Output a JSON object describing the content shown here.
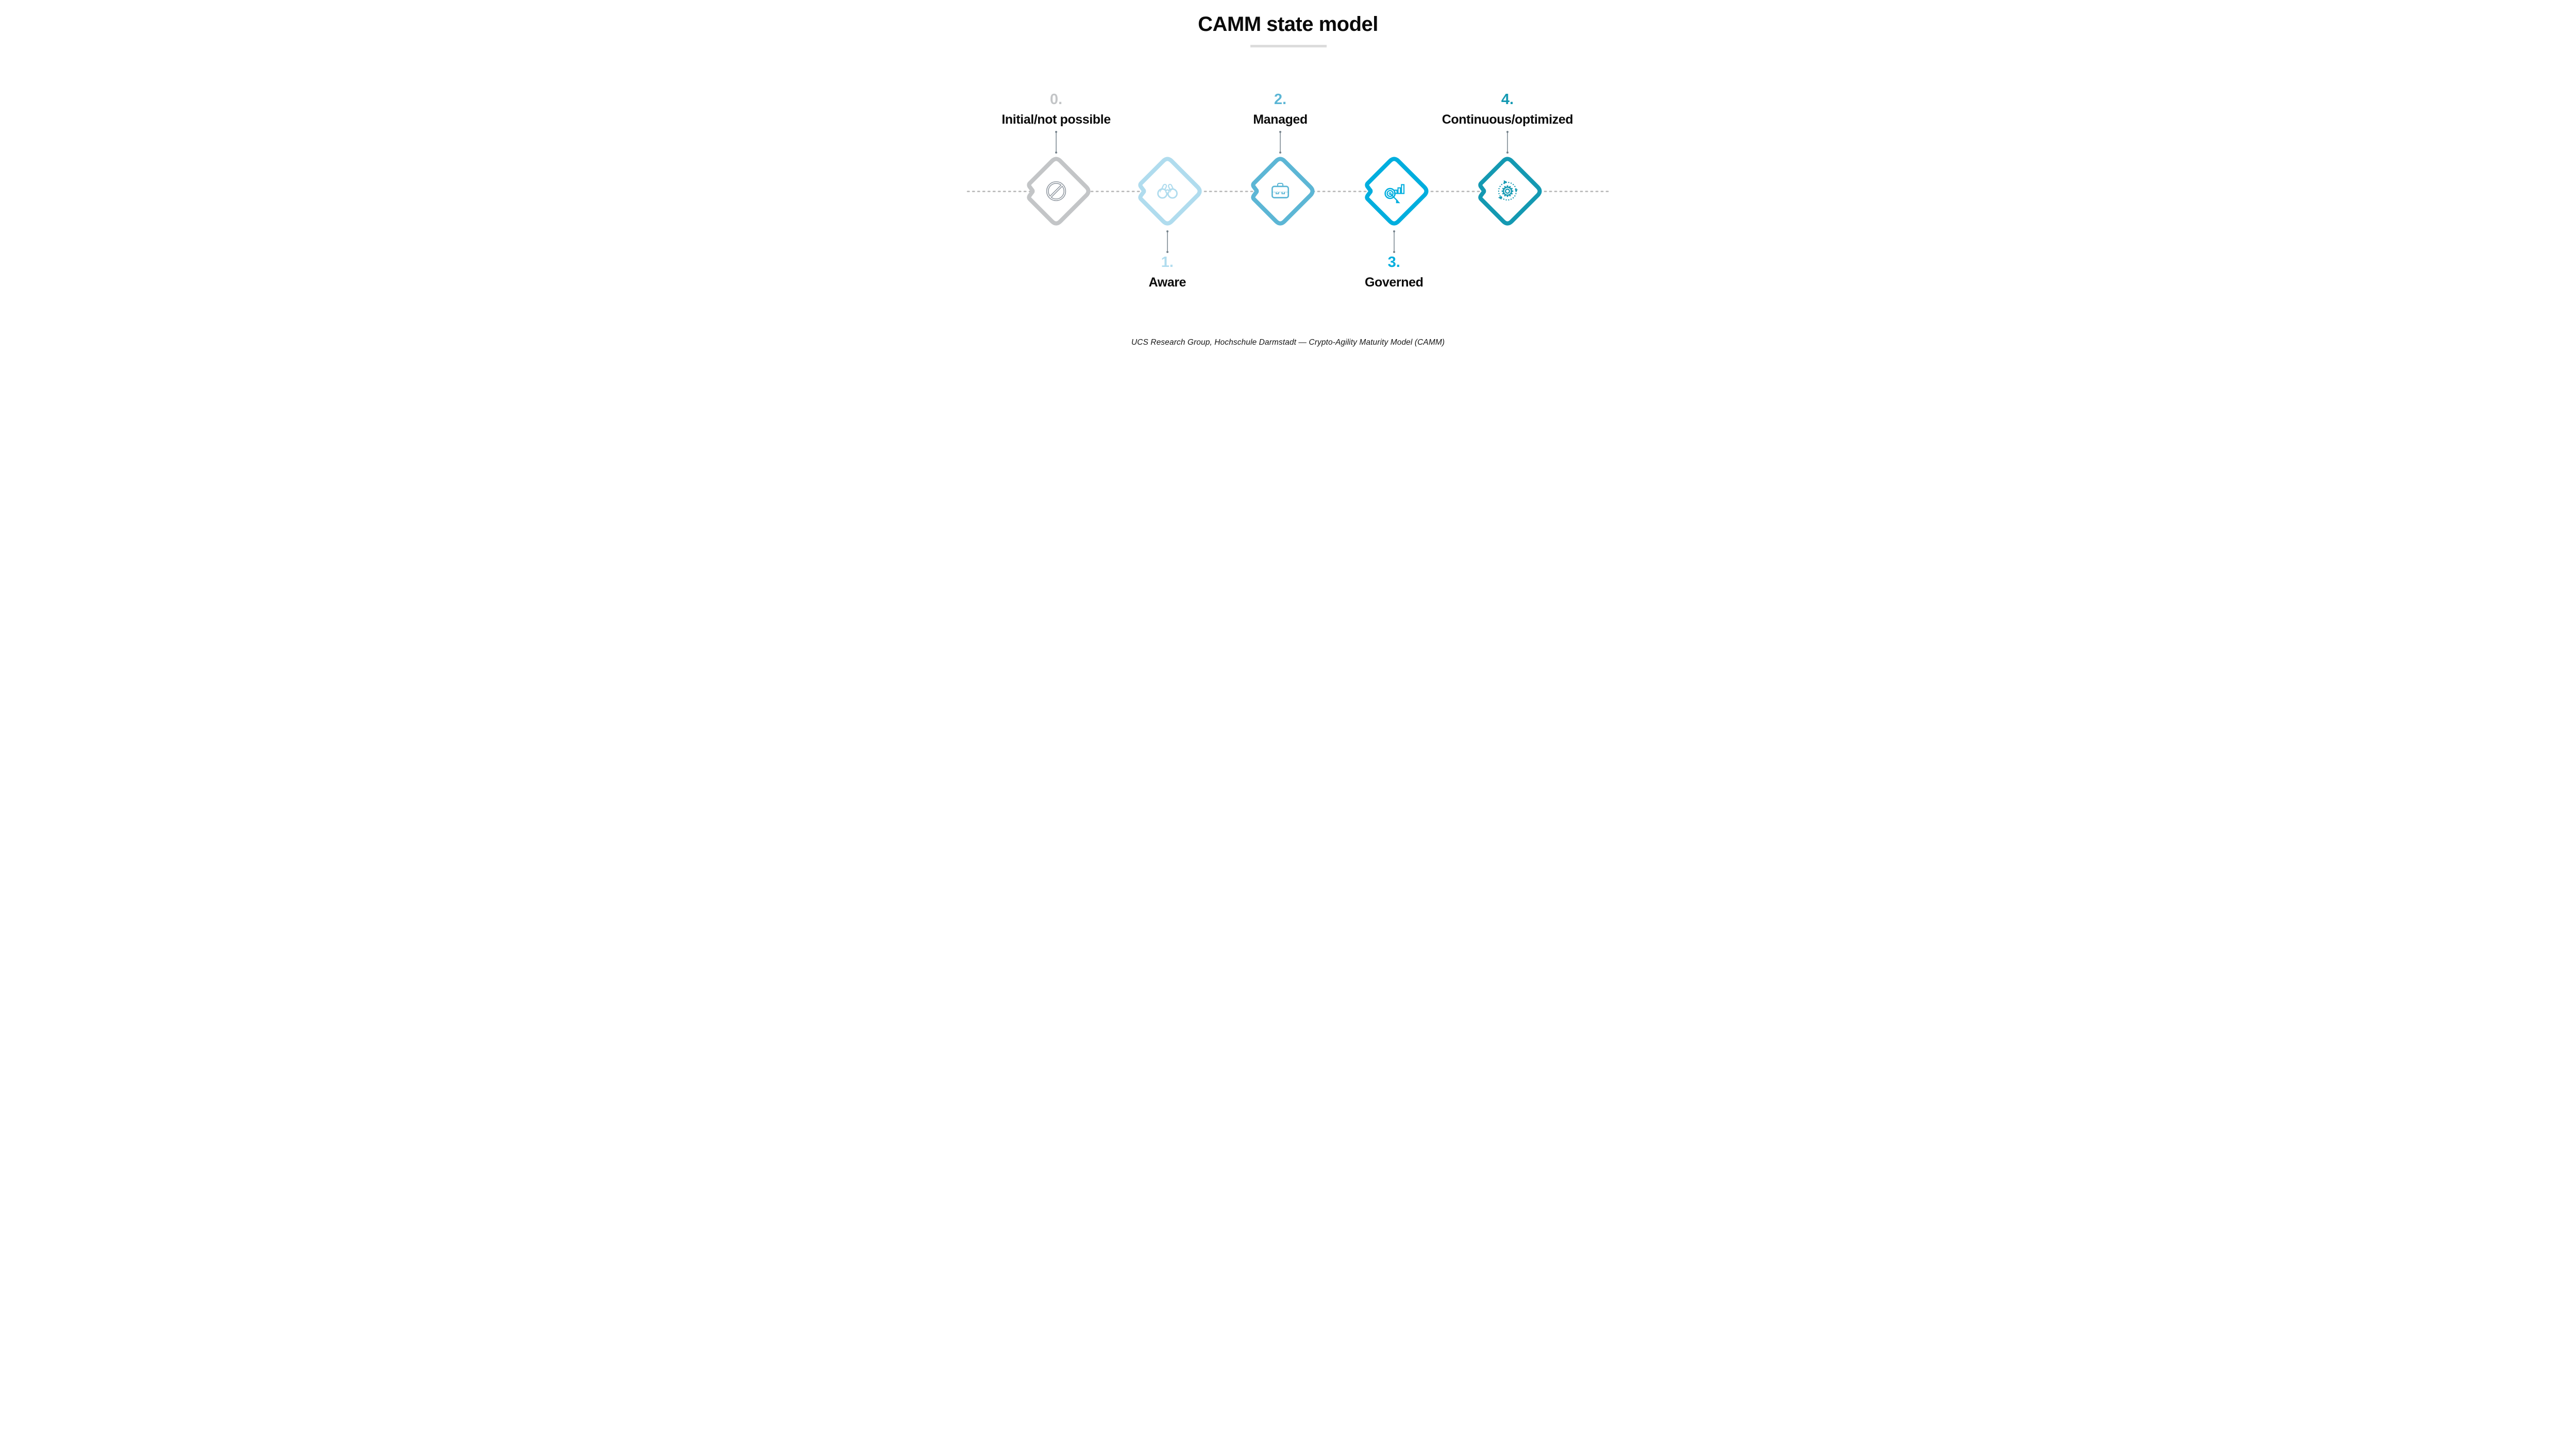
{
  "title": "CAMM state model",
  "footer": "UCS Research Group, Hochschule Darmstadt — Crypto-Agility Maturity Model (CAMM)",
  "colors": {
    "title_text": "#0a0a0a",
    "title_rule": "#dcdcdc",
    "dashed_line": "#b5b5b5",
    "connector": "#76838c",
    "label_text": "#0c0c0c",
    "footer_text": "#151515",
    "background": "#ffffff"
  },
  "stages": [
    {
      "number": "0.",
      "label": "Initial/not possible",
      "position": "above",
      "icon": "no-entry-icon",
      "color": "#c3c5c7",
      "icon_color": "#8b939c"
    },
    {
      "number": "1.",
      "label": "Aware",
      "position": "below",
      "icon": "binoculars-icon",
      "color": "#b0dcee",
      "icon_color": "#b0dcee"
    },
    {
      "number": "2.",
      "label": "Managed",
      "position": "above",
      "icon": "briefcase-icon",
      "color": "#5cb6d5",
      "icon_color": "#5cb6d5"
    },
    {
      "number": "3.",
      "label": "Governed",
      "position": "below",
      "icon": "target-growth-icon",
      "color": "#00aede",
      "icon_color": "#00aede"
    },
    {
      "number": "4.",
      "label": "Continuous/optimized",
      "position": "above",
      "icon": "gear-rotation-icon",
      "color": "#1499b2",
      "icon_color": "#1499b2"
    }
  ]
}
